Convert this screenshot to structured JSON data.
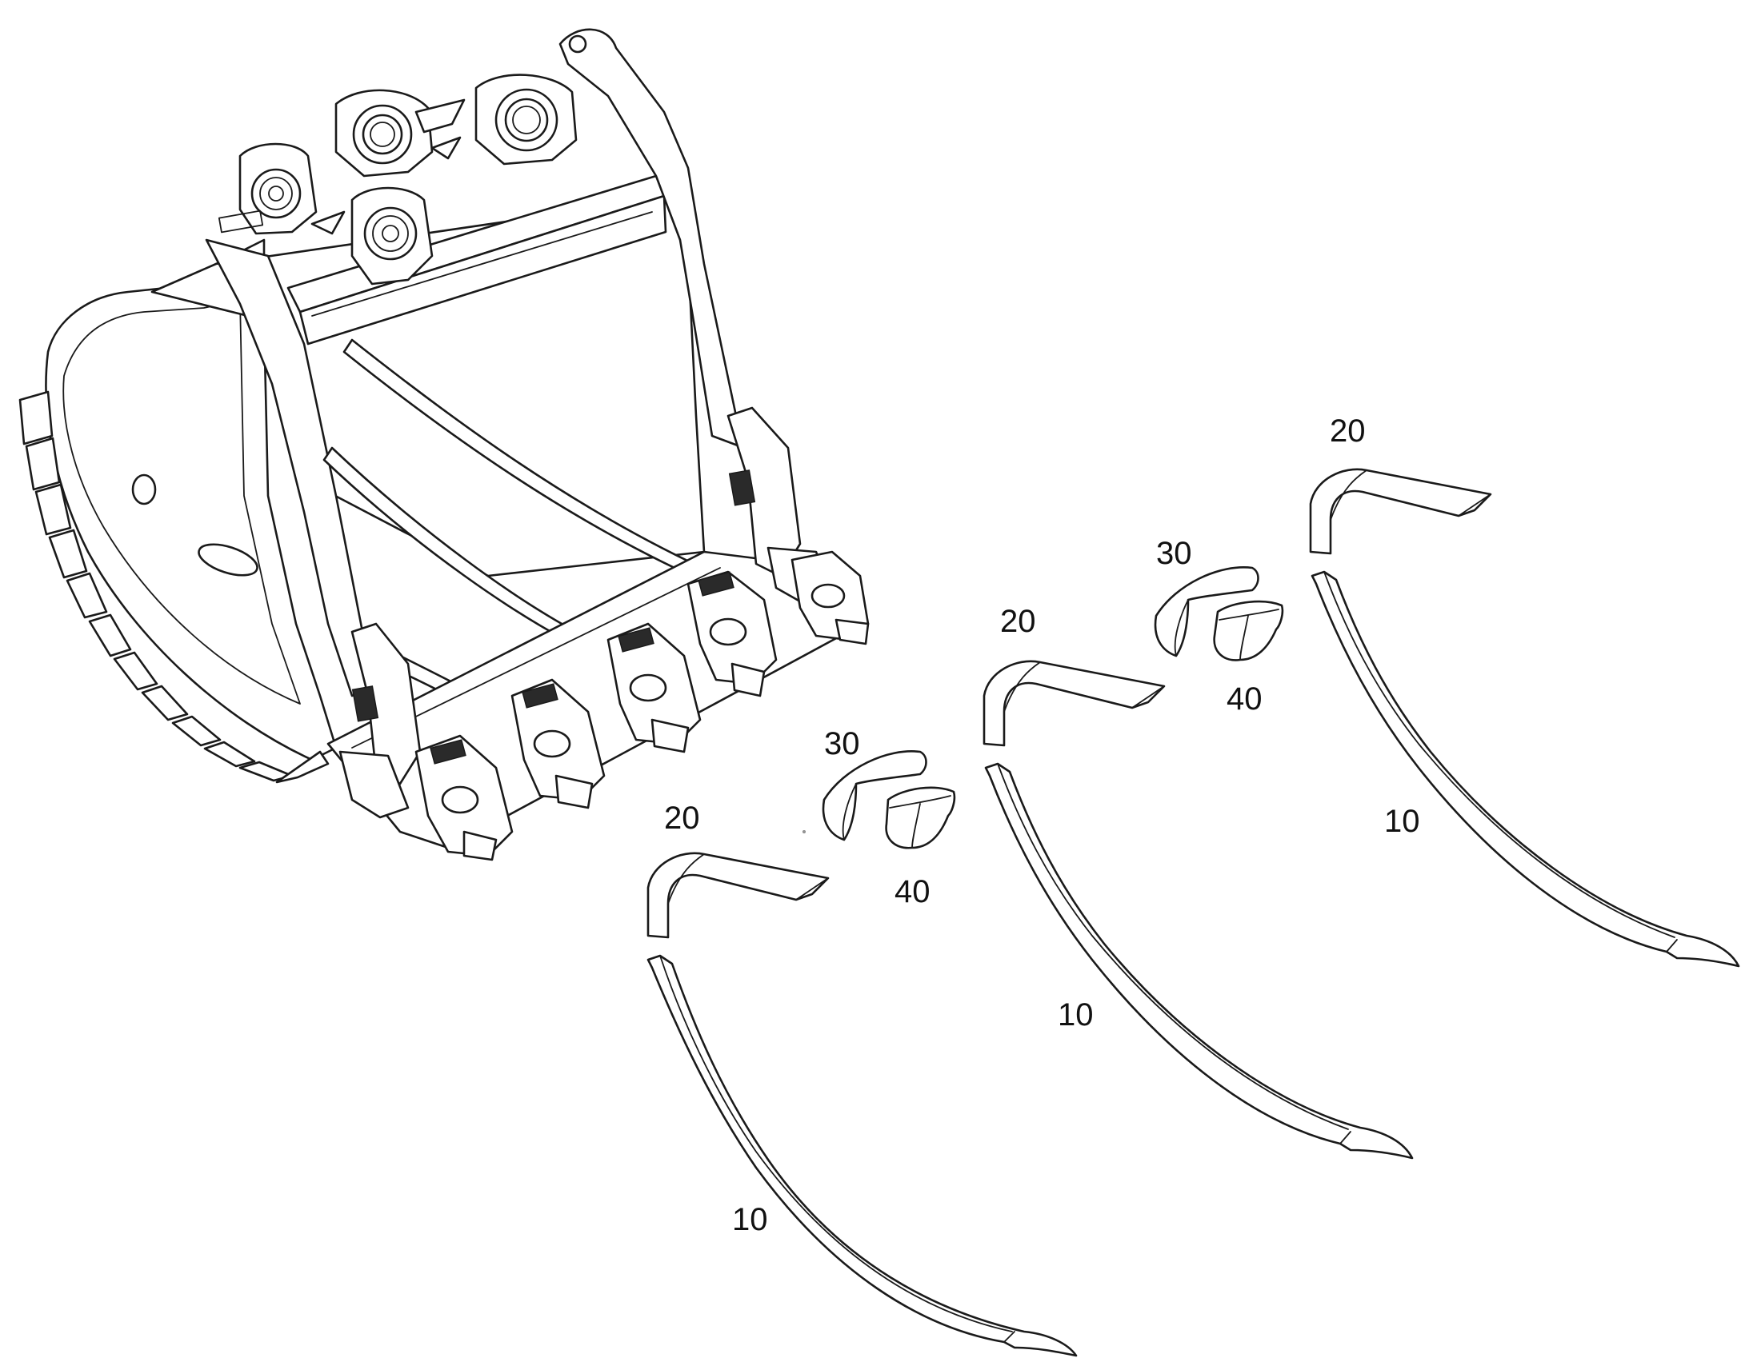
{
  "diagram": {
    "colors": {
      "line": "#1a1a1a",
      "fill": "#ffffff",
      "background": "#ffffff"
    },
    "assembly": "excavator-bucket",
    "tooth_positions": 3,
    "callouts": [
      {
        "id": "c-20-a",
        "label": "20",
        "part": "upper-wear-strip"
      },
      {
        "id": "c-30-a",
        "label": "30",
        "part": "wear-cap"
      },
      {
        "id": "c-40-a",
        "label": "40",
        "part": "wear-block"
      },
      {
        "id": "c-10-a",
        "label": "10",
        "part": "lower-wear-strip"
      },
      {
        "id": "c-20-b",
        "label": "20",
        "part": "upper-wear-strip"
      },
      {
        "id": "c-30-b",
        "label": "30",
        "part": "wear-cap"
      },
      {
        "id": "c-40-b",
        "label": "40",
        "part": "wear-block"
      },
      {
        "id": "c-10-b",
        "label": "10",
        "part": "lower-wear-strip"
      },
      {
        "id": "c-20-c",
        "label": "20",
        "part": "upper-wear-strip"
      },
      {
        "id": "c-10-c",
        "label": "10",
        "part": "lower-wear-strip"
      }
    ]
  }
}
